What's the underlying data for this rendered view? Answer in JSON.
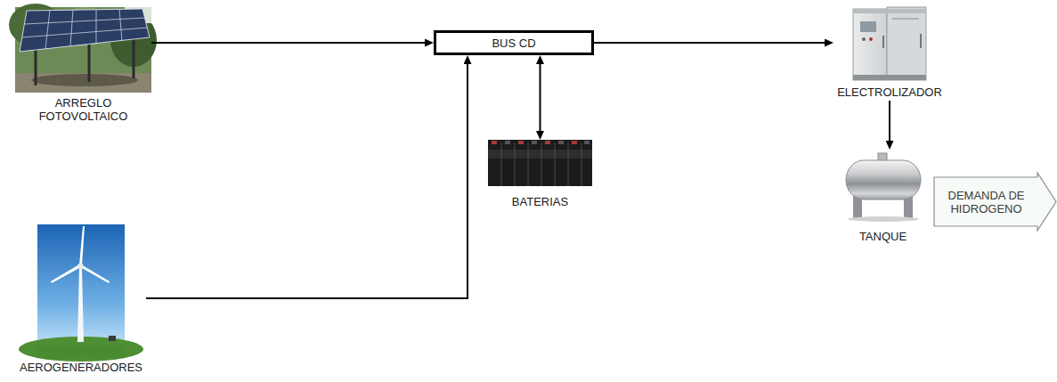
{
  "diagram": {
    "nodes": [
      {
        "text": [
          "ARREGLO FOTOVOLTAICO"
        ]
      },
      {
        "text": [
          "BUS CD"
        ]
      },
      {
        "text": [
          "ELECTROLIZADOR"
        ]
      },
      {
        "text": [
          "BATERIAS"
        ]
      },
      {
        "text": [
          "TANQUE"
        ]
      },
      {
        "text": [
          "DEMANDA DE HIDROGENO"
        ]
      },
      {
        "text": [
          "AEROGENERADORES"
        ]
      }
    ],
    "edges": [
      {
        "from": 0,
        "to": 1,
        "arrow": "to"
      },
      {
        "from": 1,
        "to": 2,
        "arrow": "to"
      },
      {
        "from": 1,
        "to": 3,
        "arrow": "both"
      },
      {
        "from": 2,
        "to": 4,
        "arrow": "to"
      },
      {
        "from": 6,
        "to": 1,
        "arrow": "to"
      }
    ]
  }
}
